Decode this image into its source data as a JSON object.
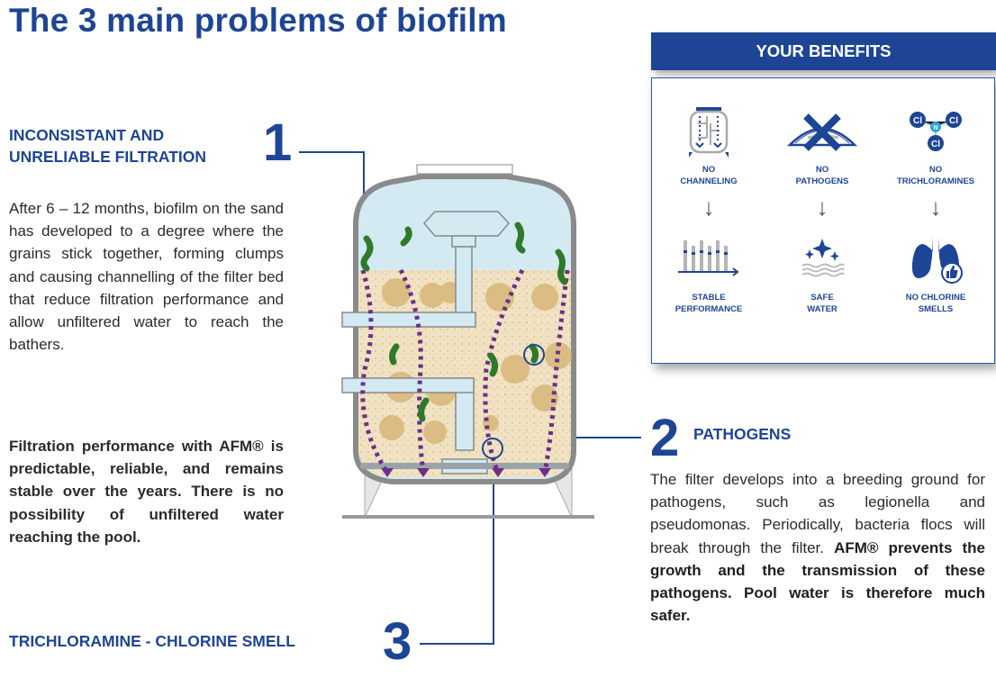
{
  "title": "The 3 main problems of biofilm",
  "problem1": {
    "heading_line1": "INCONSISTANT AND",
    "heading_line2": "UNRELIABLE FILTRATION",
    "number": "1",
    "body": "After 6 – 12 months, biofilm on the sand has developed to a degree where the grains stick together, forming clumps and causing channelling of the filter bed that reduce filtration performance and allow unfiltered water to reach the bathers.",
    "afm_bold": "Filtration performance with AFM® is predictable, reliable, and remains stable over the years. There is no possibility of unfiltered water reaching the pool."
  },
  "problem2": {
    "number": "2",
    "heading": "PATHOGENS",
    "body": "The filter develops into a breeding ground for pathogens, such as legionella and pseudomonas. Periodically, bacteria flocs will break through the filter.",
    "afm_bold": "AFM® prevents the growth and the transmission of these pathogens. Pool water is therefore much safer."
  },
  "problem3": {
    "heading": "TRICHLORAMINE - CHLORINE SMELL",
    "number": "3"
  },
  "benefits": {
    "header": "YOUR BENEFITS",
    "arrow_glyph": "↓",
    "items": [
      {
        "icon": "filter-channel-icon",
        "top_line1": "NO",
        "top_line2": "CHANNELING",
        "result_icon": "stable-bars-icon",
        "bottom_line1": "STABLE",
        "bottom_line2": "PERFORMANCE"
      },
      {
        "icon": "crossed-pathogen-icon",
        "top_line1": "NO",
        "top_line2": "PATHOGENS",
        "result_icon": "sparkle-water-icon",
        "bottom_line1": "SAFE",
        "bottom_line2": "WATER"
      },
      {
        "icon": "trichloramine-molecule-icon",
        "top_line1": "NO",
        "top_line2": "TRICHLORAMINES",
        "result_icon": "lungs-thumbs-up-icon",
        "bottom_line1": "NO CHLORINE",
        "bottom_line2": "SMELLS"
      }
    ],
    "molecule": {
      "center": "N",
      "outer": "Cl"
    }
  },
  "colors": {
    "brand_blue": "#1e4595",
    "water": "#d3eaf3",
    "sand": "#f0e2c2",
    "flow_purple": "#6b2f8c",
    "bacteria_green": "#2f7a2a",
    "tank_grey": "#8a8a8a",
    "nitrogen_cyan": "#2aa6dd"
  }
}
